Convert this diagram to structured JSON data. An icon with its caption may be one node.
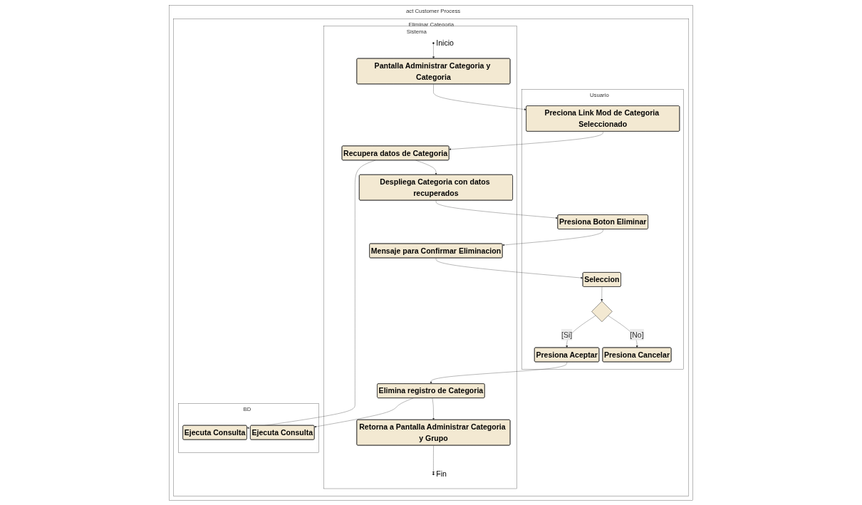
{
  "diagram": {
    "nodes": [
      {
        "text": [
          "act Customer Process"
        ]
      },
      {
        "text": [
          "Eliminar Categoria"
        ],
        "in": 0
      },
      {
        "text": [
          "Usuario"
        ],
        "in": 1
      },
      {
        "text": [
          "Sistema"
        ],
        "in": 1
      },
      {
        "text": [
          "BD"
        ],
        "in": 1
      },
      {
        "text": [],
        "shape": "circle",
        "in": 3,
        "beside": [
          "Inicio"
        ]
      },
      {
        "text": [
          "Pantalla Administrar Categoria y Categoria"
        ],
        "in": 3
      },
      {
        "text": [
          "Preciona Link Mod de Categoria Seleccionado"
        ],
        "in": 2
      },
      {
        "text": [
          "Recupera datos de Categoria"
        ],
        "in": 3
      },
      {
        "text": [
          "Ejecuta Consulta"
        ],
        "in": 4
      },
      {
        "text": [
          "Presiona Boton Eliminar"
        ],
        "in": 2
      },
      {
        "text": [
          "Despliega Categoria con datos recuperados"
        ],
        "in": 3
      },
      {
        "text": [
          "Seleccion"
        ],
        "in": 2
      },
      {
        "text": [
          "Mensaje para Confirmar Eliminacion"
        ],
        "in": 3
      },
      {
        "text": [],
        "shape": "diamond",
        "in": 2
      },
      {
        "text": [
          "Presiona Aceptar"
        ],
        "in": 2
      },
      {
        "text": [
          "Presiona Cancelar"
        ],
        "in": 2
      },
      {
        "text": [
          "Elimina registro de Categoria"
        ],
        "in": 3
      },
      {
        "text": [
          "Ejecuta Consulta"
        ],
        "in": 4
      },
      {
        "text": [
          "Retorna a Pantalla Administrar Categoria y Grupo"
        ],
        "in": 3
      },
      {
        "text": [],
        "shape": "circle",
        "in": 3,
        "beside": [
          "Fin"
        ]
      }
    ],
    "edges": [
      {
        "from": 5,
        "to": 6,
        "arrow": "to"
      },
      {
        "from": 6,
        "to": 7,
        "arrow": "to"
      },
      {
        "from": 7,
        "to": 8,
        "arrow": "to"
      },
      {
        "from": 8,
        "to": 9,
        "arrow": "to"
      },
      {
        "from": 8,
        "to": 11,
        "arrow": "to"
      },
      {
        "from": 11,
        "to": 10,
        "arrow": "to"
      },
      {
        "from": 10,
        "to": 13,
        "arrow": "to"
      },
      {
        "from": 13,
        "to": 12,
        "arrow": "to"
      },
      {
        "from": 12,
        "to": 14,
        "arrow": "to"
      },
      {
        "from": 14,
        "to": 15,
        "label": "[Si]",
        "arrow": "to"
      },
      {
        "from": 14,
        "to": 16,
        "label": "[No]",
        "arrow": "to"
      },
      {
        "from": 15,
        "to": 17,
        "arrow": "to"
      },
      {
        "from": 17,
        "to": 18,
        "arrow": "to"
      },
      {
        "from": 17,
        "to": 19,
        "arrow": "to"
      },
      {
        "from": 19,
        "to": 20,
        "arrow": "to"
      }
    ]
  }
}
